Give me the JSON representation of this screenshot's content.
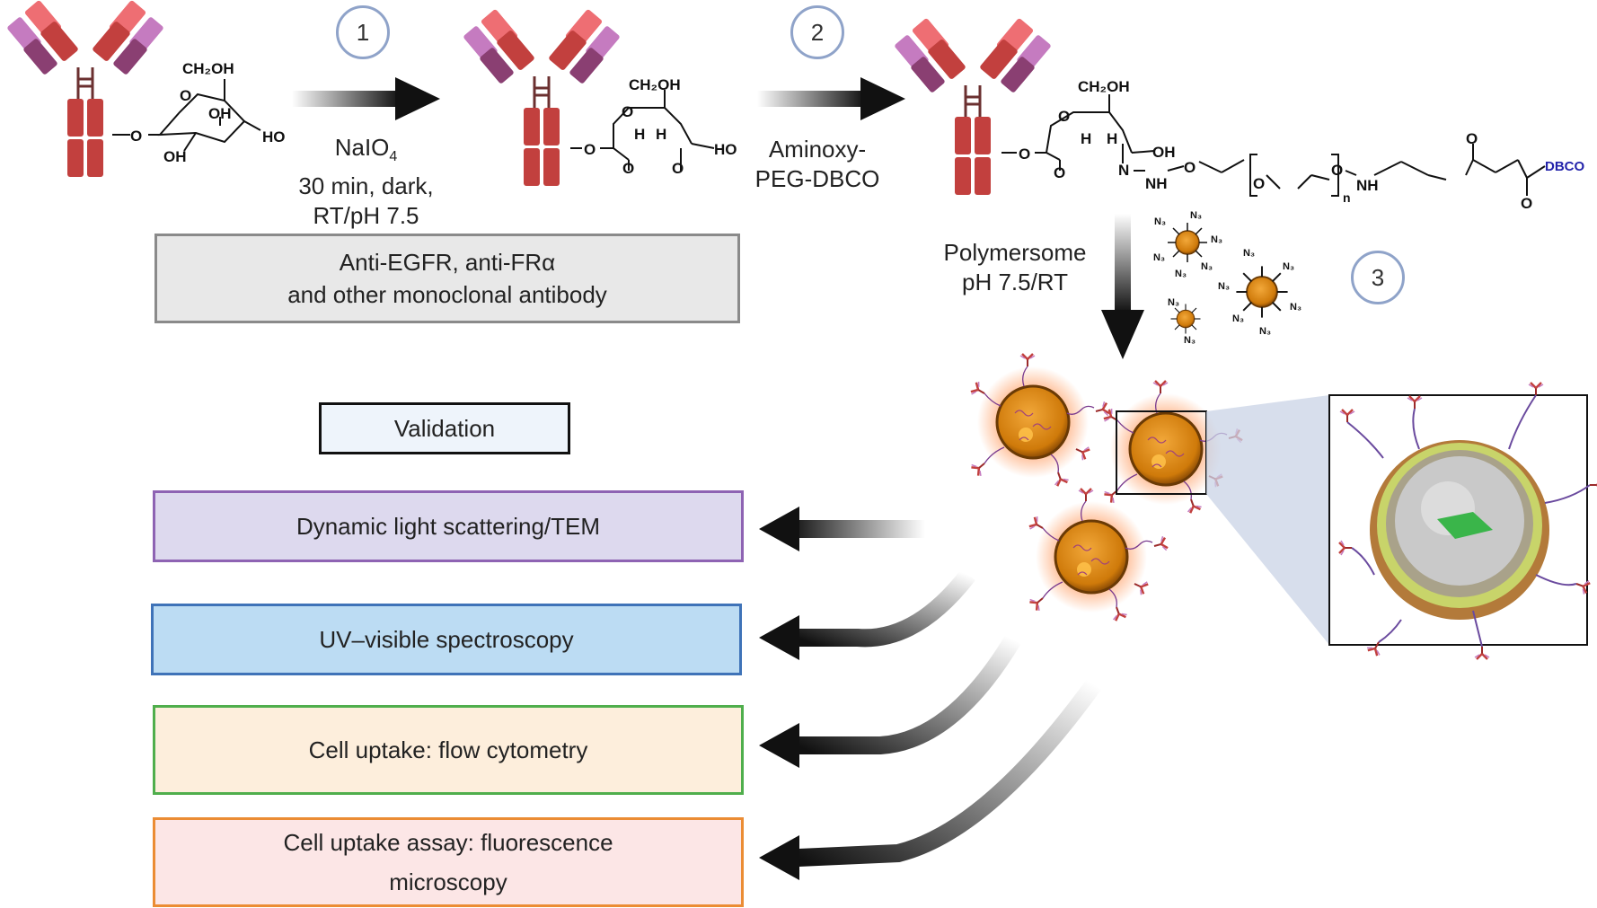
{
  "steps": {
    "one": "1",
    "two": "2",
    "three": "3"
  },
  "conditions": {
    "step1": {
      "reagent_main": "NaIO",
      "reagent_sub": "4",
      "line2": "30 min, dark,",
      "line3": "RT/pH 7.5"
    },
    "step2": {
      "line1": "Aminoxy-",
      "line2": "PEG-DBCO"
    },
    "step3": {
      "line1": "Polymersome",
      "line2": "pH 7.5/RT"
    }
  },
  "antibody_box": {
    "line1": "Anti-EGFR, anti-FRα",
    "line2": "and other monoclonal antibody"
  },
  "validation": {
    "title": "Validation",
    "methods": [
      {
        "label": "Dynamic light scattering/TEM",
        "fill": "#ddd9ee",
        "border": "#8e63b3"
      },
      {
        "label": "UV–visible spectroscopy",
        "fill": "#bcdcf3",
        "border": "#3f73b8"
      },
      {
        "label": "Cell uptake: flow cytometry",
        "fill": "#fdeedc",
        "border": "#4fae4c"
      },
      {
        "label_line1": "Cell uptake assay: fluorescence",
        "label_line2": "microscopy",
        "fill": "#fce6e6",
        "border": "#eb8c34"
      }
    ]
  },
  "chemistry": {
    "ch2oh": "CH₂OH",
    "oh": "OH",
    "ho": "HO",
    "o": "O",
    "h": "H",
    "nh": "NH",
    "n": "N",
    "sub_n": "n",
    "dbco": "DBCO",
    "n3": "N₃"
  },
  "colors": {
    "antibody_heavy": "#c2403e",
    "antibody_light_pink": "#ee6e73",
    "antibody_purple": "#9b4a8e",
    "antibody_light_purple": "#c57bc0",
    "nanoparticle": "#d98b12",
    "step_circle": "#8fa3c9",
    "dbco_text": "#2222aa"
  }
}
